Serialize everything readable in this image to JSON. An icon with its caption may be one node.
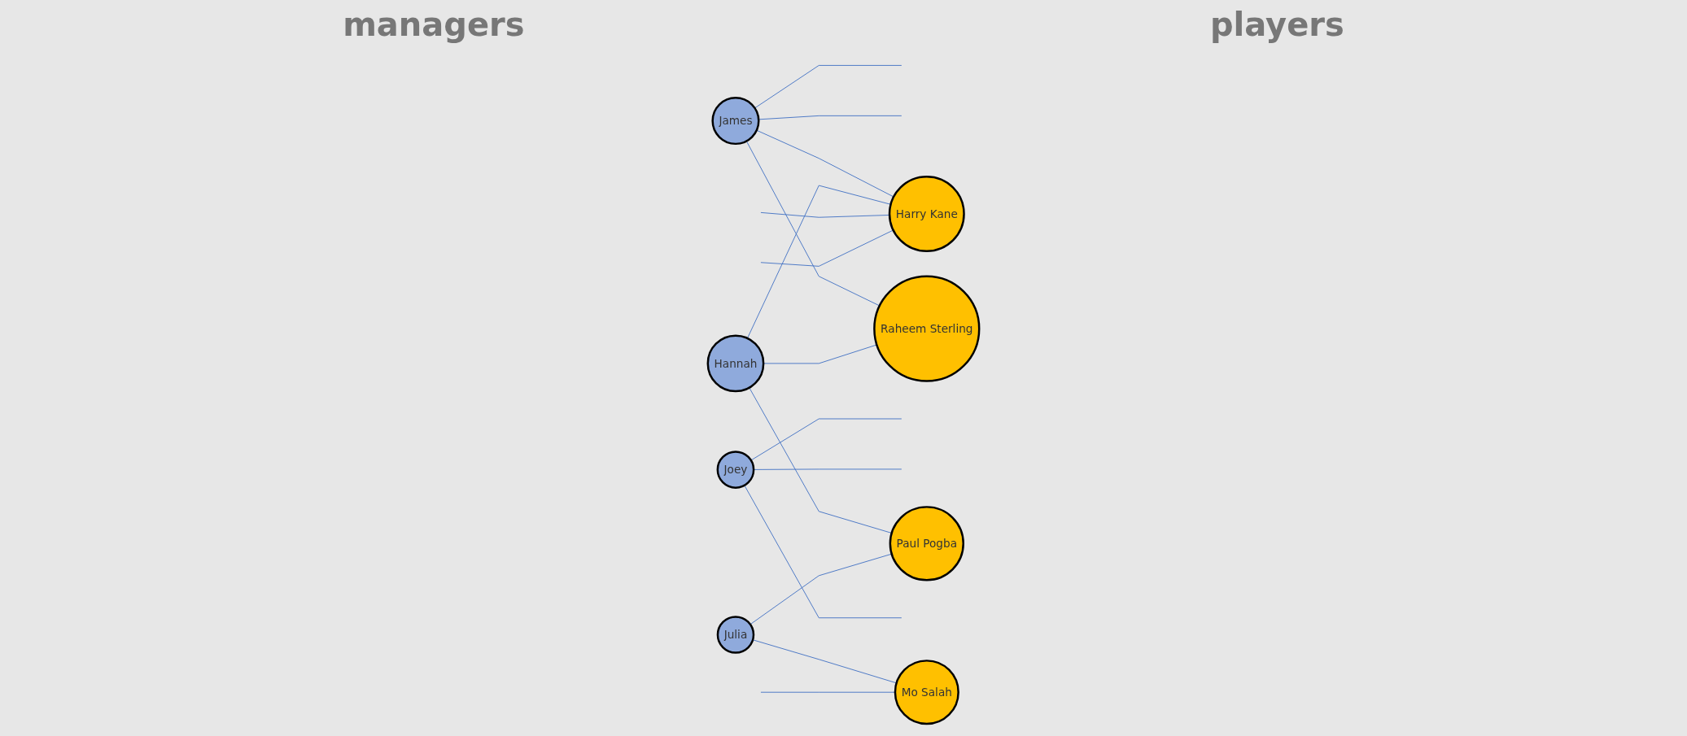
{
  "diagram": {
    "nodes": [
      {
        "text": [
          "James"
        ]
      },
      {
        "text": [
          "Joey"
        ]
      },
      {
        "text": [
          "Hannah"
        ]
      },
      {
        "text": [
          "Julia"
        ]
      },
      {
        "text": [
          "Harry Kane"
        ]
      },
      {
        "text": [
          "Paul Pogba"
        ]
      },
      {
        "text": [
          "Mo Salah"
        ]
      },
      {
        "text": [
          "Raheem Sterling"
        ]
      }
    ],
    "edges": [
      {
        "from": 0,
        "to": 4,
        "arrow": "none"
      },
      {
        "from": 0,
        "to": 7,
        "arrow": "none"
      },
      {
        "from": 2,
        "to": 4,
        "arrow": "none"
      },
      {
        "from": 2,
        "to": 5,
        "arrow": "none"
      },
      {
        "from": 2,
        "to": 7,
        "arrow": "none"
      },
      {
        "from": 3,
        "to": 5,
        "arrow": "none"
      },
      {
        "from": 3,
        "to": 6,
        "arrow": "none"
      },
      {
        "from": 0,
        "to": null,
        "arrow": "none"
      },
      {
        "from": 0,
        "to": null,
        "arrow": "none"
      },
      {
        "from": 1,
        "to": null,
        "arrow": "none"
      },
      {
        "from": 1,
        "to": null,
        "arrow": "none"
      },
      {
        "from": 1,
        "to": null,
        "arrow": "none"
      },
      {
        "from": null,
        "to": 4,
        "arrow": "none"
      },
      {
        "from": null,
        "to": 4,
        "arrow": "none"
      },
      {
        "from": null,
        "to": 6,
        "arrow": "none"
      }
    ],
    "labels": [
      "managers",
      "players"
    ]
  }
}
